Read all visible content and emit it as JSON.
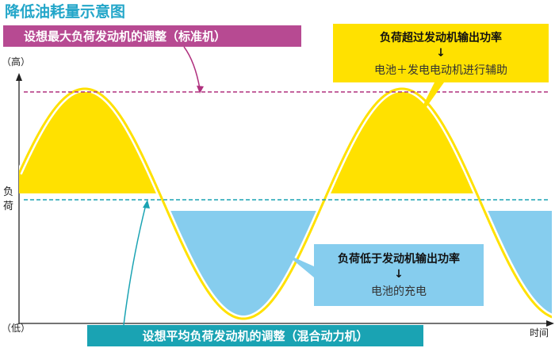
{
  "title": "降低油耗量示意图",
  "colors": {
    "title": "#23a6c9",
    "max_label_bg": "#b74a92",
    "max_line": "#b0317f",
    "avg_label_bg": "#1aa3b3",
    "avg_line": "#1aa3b3",
    "yellow": "#ffe100",
    "blue": "#86cdee",
    "axis": "#222222"
  },
  "labels": {
    "max_adjust": "设想最大负荷发动机的调整（标准机）",
    "avg_adjust": "设想平均负荷发动机的调整（混合动力机）",
    "over_title": "负荷超过发动机输出功率",
    "over_arrow": "↓",
    "over_sub": "电池＋发电电动机进行辅助",
    "under_title": "负荷低于发动机输出功率",
    "under_arrow": "↓",
    "under_sub": "电池的充电"
  },
  "axis": {
    "y_high": "（高）",
    "y_label_1": "负",
    "y_label_2": "荷",
    "y_low": "（低）",
    "x_label": "时间"
  }
}
